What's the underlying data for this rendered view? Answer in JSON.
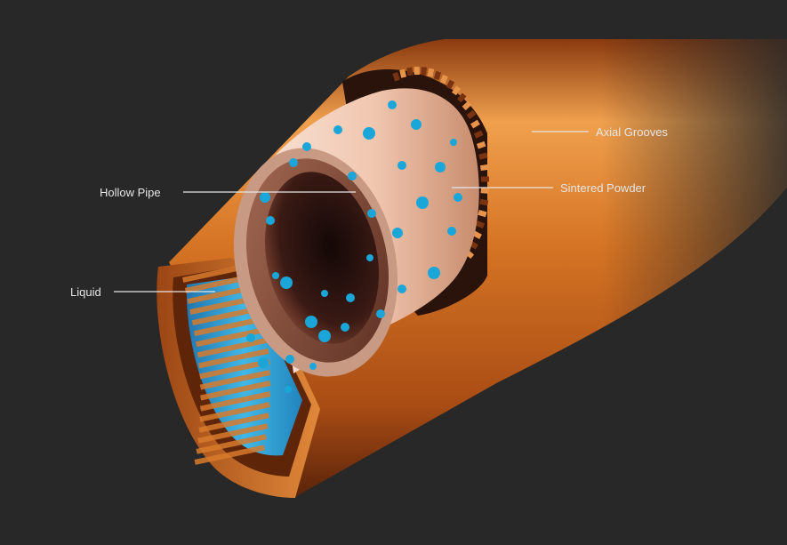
{
  "labels": {
    "axial_grooves": "Axial Grooves",
    "sintered_powder": "Sintered Powder",
    "hollow_pipe": "Hollow Pipe",
    "liquid": "Liquid"
  },
  "colors": {
    "background": "#282828",
    "copper": "#c9641c",
    "copper_light": "#f29a45",
    "copper_dark": "#6a2a0c",
    "sinter": "#f3cdb9",
    "particles": "#1aa6d8",
    "liquid": "#2bb6ee"
  }
}
